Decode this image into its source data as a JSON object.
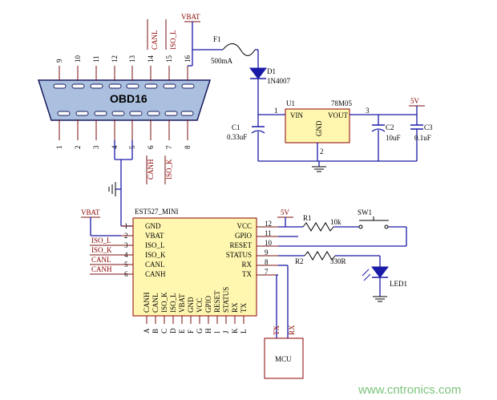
{
  "connector": {
    "name": "OBD16",
    "top_pins": [
      "9",
      "10",
      "11",
      "12",
      "13",
      "14",
      "15",
      "16"
    ],
    "bottom_pins": [
      "1",
      "2",
      "3",
      "4",
      "5",
      "6",
      "7",
      "8"
    ],
    "top_nets": {
      "canl": "CANL",
      "iso_l": "ISO_L"
    },
    "bottom_nets": {
      "canh": "CANH",
      "iso_k": "ISO_K"
    }
  },
  "power": {
    "vbat": "VBAT",
    "v5": "5V"
  },
  "components": {
    "f1": {
      "ref": "F1",
      "value": "500mA"
    },
    "d1": {
      "ref": "D1",
      "value": "1N4007"
    },
    "u1": {
      "ref": "U1",
      "value": "78M05",
      "pins": {
        "vin": "VIN",
        "vout": "VOUT",
        "gnd": "GND"
      },
      "pin_numbers": [
        "1",
        "3",
        "2"
      ]
    },
    "c1": {
      "ref": "C1",
      "value": "0.33uF"
    },
    "c2": {
      "ref": "C2",
      "value": "10uF"
    },
    "c3": {
      "ref": "C3",
      "value": "0.1uF"
    },
    "r1": {
      "ref": "R1",
      "value": "10k"
    },
    "r2": {
      "ref": "R2",
      "value": "330R"
    },
    "sw1": {
      "ref": "SW1"
    },
    "led1": {
      "ref": "LED1"
    },
    "mcu": {
      "name": "MCU",
      "pins": {
        "tx": "TX",
        "rx": "RX"
      }
    }
  },
  "module": {
    "name": "EST527_MINI",
    "left_pins": [
      {
        "num": "1",
        "name": "GND"
      },
      {
        "num": "2",
        "name": "VBAT"
      },
      {
        "num": "3",
        "name": "ISO_L"
      },
      {
        "num": "4",
        "name": "ISO_K"
      },
      {
        "num": "5",
        "name": "CANL"
      },
      {
        "num": "6",
        "name": "CANH"
      }
    ],
    "right_pins": [
      {
        "num": "12",
        "name": "VCC"
      },
      {
        "num": "11",
        "name": "GPIO"
      },
      {
        "num": "10",
        "name": "RESET"
      },
      {
        "num": "9",
        "name": "STATUS"
      },
      {
        "num": "8",
        "name": "RX"
      },
      {
        "num": "7",
        "name": "TX"
      }
    ],
    "bottom_labels": [
      "CANH",
      "CANL",
      "ISO_K",
      "ISO_L",
      "VBAT",
      "GND",
      "VCC",
      "GPIO",
      "RESET",
      "STATUS",
      "RX",
      "TX"
    ],
    "bottom_pins": [
      "A",
      "B",
      "C",
      "D",
      "E",
      "F",
      "G",
      "H",
      "I",
      "J",
      "K",
      "L"
    ]
  },
  "nets": {
    "left": [
      "ISO_L",
      "ISO_K",
      "CANL",
      "CANH"
    ]
  },
  "watermark": "www.cntronics.com"
}
